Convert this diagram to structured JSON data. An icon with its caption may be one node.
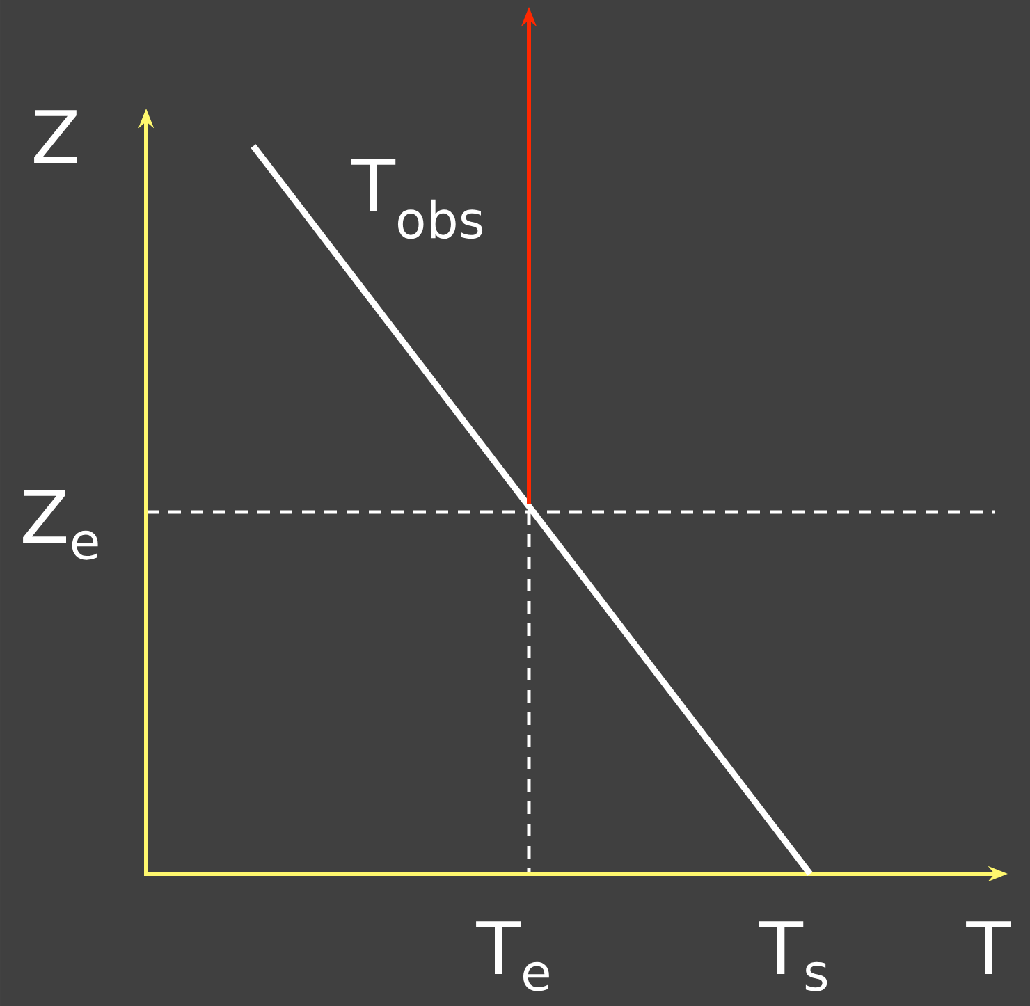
{
  "diagram": {
    "labels": [
      "Z",
      "T$_{obs}$",
      "Z$_{e}$",
      "T$_{e}$",
      "T$_{s}$",
      "T"
    ]
  }
}
